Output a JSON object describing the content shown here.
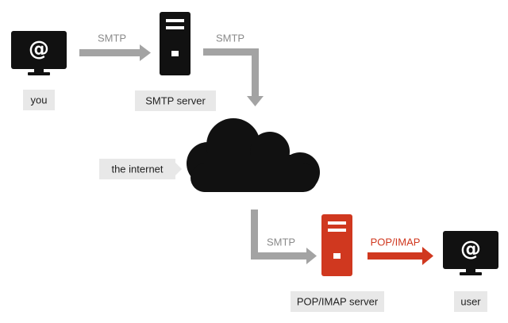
{
  "colors": {
    "black": "#111111",
    "gray_arrow": "#a3a3a3",
    "gray_text": "#8a8a8a",
    "accent_red": "#d0381f",
    "label_bg": "#e8e8e8",
    "label_text": "#222222"
  },
  "nodes": {
    "you": {
      "label": "you",
      "screen_symbol": "@",
      "icon": "computer-monitor-icon"
    },
    "smtp_server": {
      "label": "SMTP server",
      "icon": "server-tower-icon"
    },
    "internet": {
      "label": "the internet",
      "icon": "cloud-icon"
    },
    "pop_imap_server": {
      "label": "POP/IMAP server",
      "icon": "server-tower-icon",
      "color": "#d0381f"
    },
    "user": {
      "label": "user",
      "screen_symbol": "@",
      "icon": "computer-monitor-icon"
    }
  },
  "edges": {
    "you_to_smtp": {
      "label": "SMTP"
    },
    "smtp_to_internet": {
      "label": "SMTP"
    },
    "internet_to_pop": {
      "label": "SMTP"
    },
    "pop_to_user": {
      "label": "POP/IMAP"
    }
  }
}
